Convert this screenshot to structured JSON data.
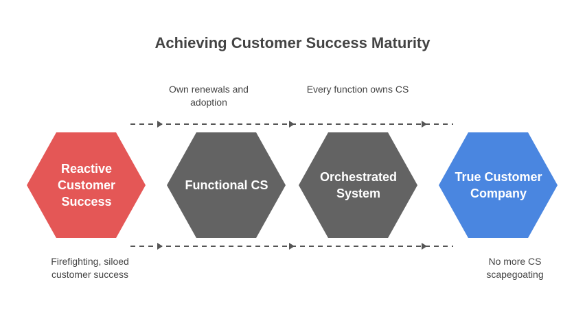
{
  "title": "Achieving Customer Success Maturity",
  "stages": [
    {
      "label": "Reactive Customer Success",
      "color": "#e45756"
    },
    {
      "label": "Functional CS",
      "color": "#636363"
    },
    {
      "label": "Orchestrated System",
      "color": "#636363"
    },
    {
      "label": "True Customer Company",
      "color": "#4a86e0"
    }
  ],
  "notes": {
    "top": [
      "Own renewals and adoption",
      "Every function owns CS"
    ],
    "bottom": [
      "Firefighting, siloed customer success",
      "No more CS scapegoating"
    ]
  },
  "colors": {
    "connector": "#555555",
    "text": "#444444"
  }
}
